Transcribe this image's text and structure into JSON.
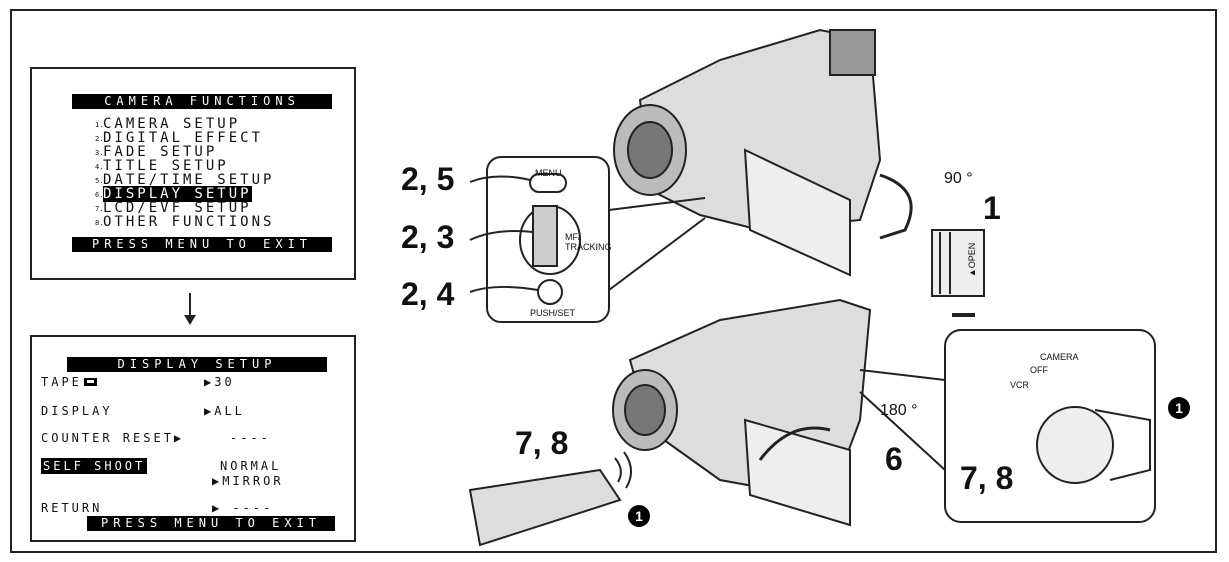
{
  "menu1": {
    "title": "CAMERA FUNCTIONS",
    "items": [
      {
        "num": "1.",
        "label": "CAMERA SETUP"
      },
      {
        "num": "2.",
        "label": "DIGITAL EFFECT"
      },
      {
        "num": "3.",
        "label": "FADE SETUP"
      },
      {
        "num": "4.",
        "label": "TITLE SETUP"
      },
      {
        "num": "5.",
        "label": "DATE/TIME SETUP"
      },
      {
        "num": "6.",
        "label": "DISPLAY SETUP"
      },
      {
        "num": "7.",
        "label": "LCD/EVF SETUP"
      },
      {
        "num": "8.",
        "label": "OTHER FUNCTIONS"
      }
    ],
    "selected_index": 5,
    "footer": "PRESS MENU TO EXIT"
  },
  "menu2": {
    "title": "DISPLAY SETUP",
    "tape_label": "TAPE",
    "tape_value": "▶30",
    "display_label": "DISPLAY",
    "display_value": "▶ALL",
    "counter_label": "COUNTER RESET▶",
    "counter_value": "----",
    "self_label": "SELF SHOOT",
    "self_value_1": "NORMAL",
    "self_value_2": "▶MIRROR",
    "return_label": "RETURN",
    "return_value": "▶ ----",
    "footer": "PRESS MENU TO EXIT"
  },
  "steps": {
    "s25": "2, 5",
    "s23": "2, 3",
    "s24": "2, 4",
    "s1": "1",
    "s6": "6",
    "s78a": "7, 8",
    "s78b": "7, 8"
  },
  "angles": {
    "a90": "90 °",
    "a180": "180 °"
  },
  "controls": {
    "menu": "MENU",
    "af_tracking": "MF/ TRACKING",
    "push_set": "PUSH/SET",
    "open": "▲OPEN",
    "camera": "CAMERA",
    "off": "OFF",
    "vcr": "VCR"
  },
  "callouts": {
    "c1": "1",
    "c2": "1"
  }
}
